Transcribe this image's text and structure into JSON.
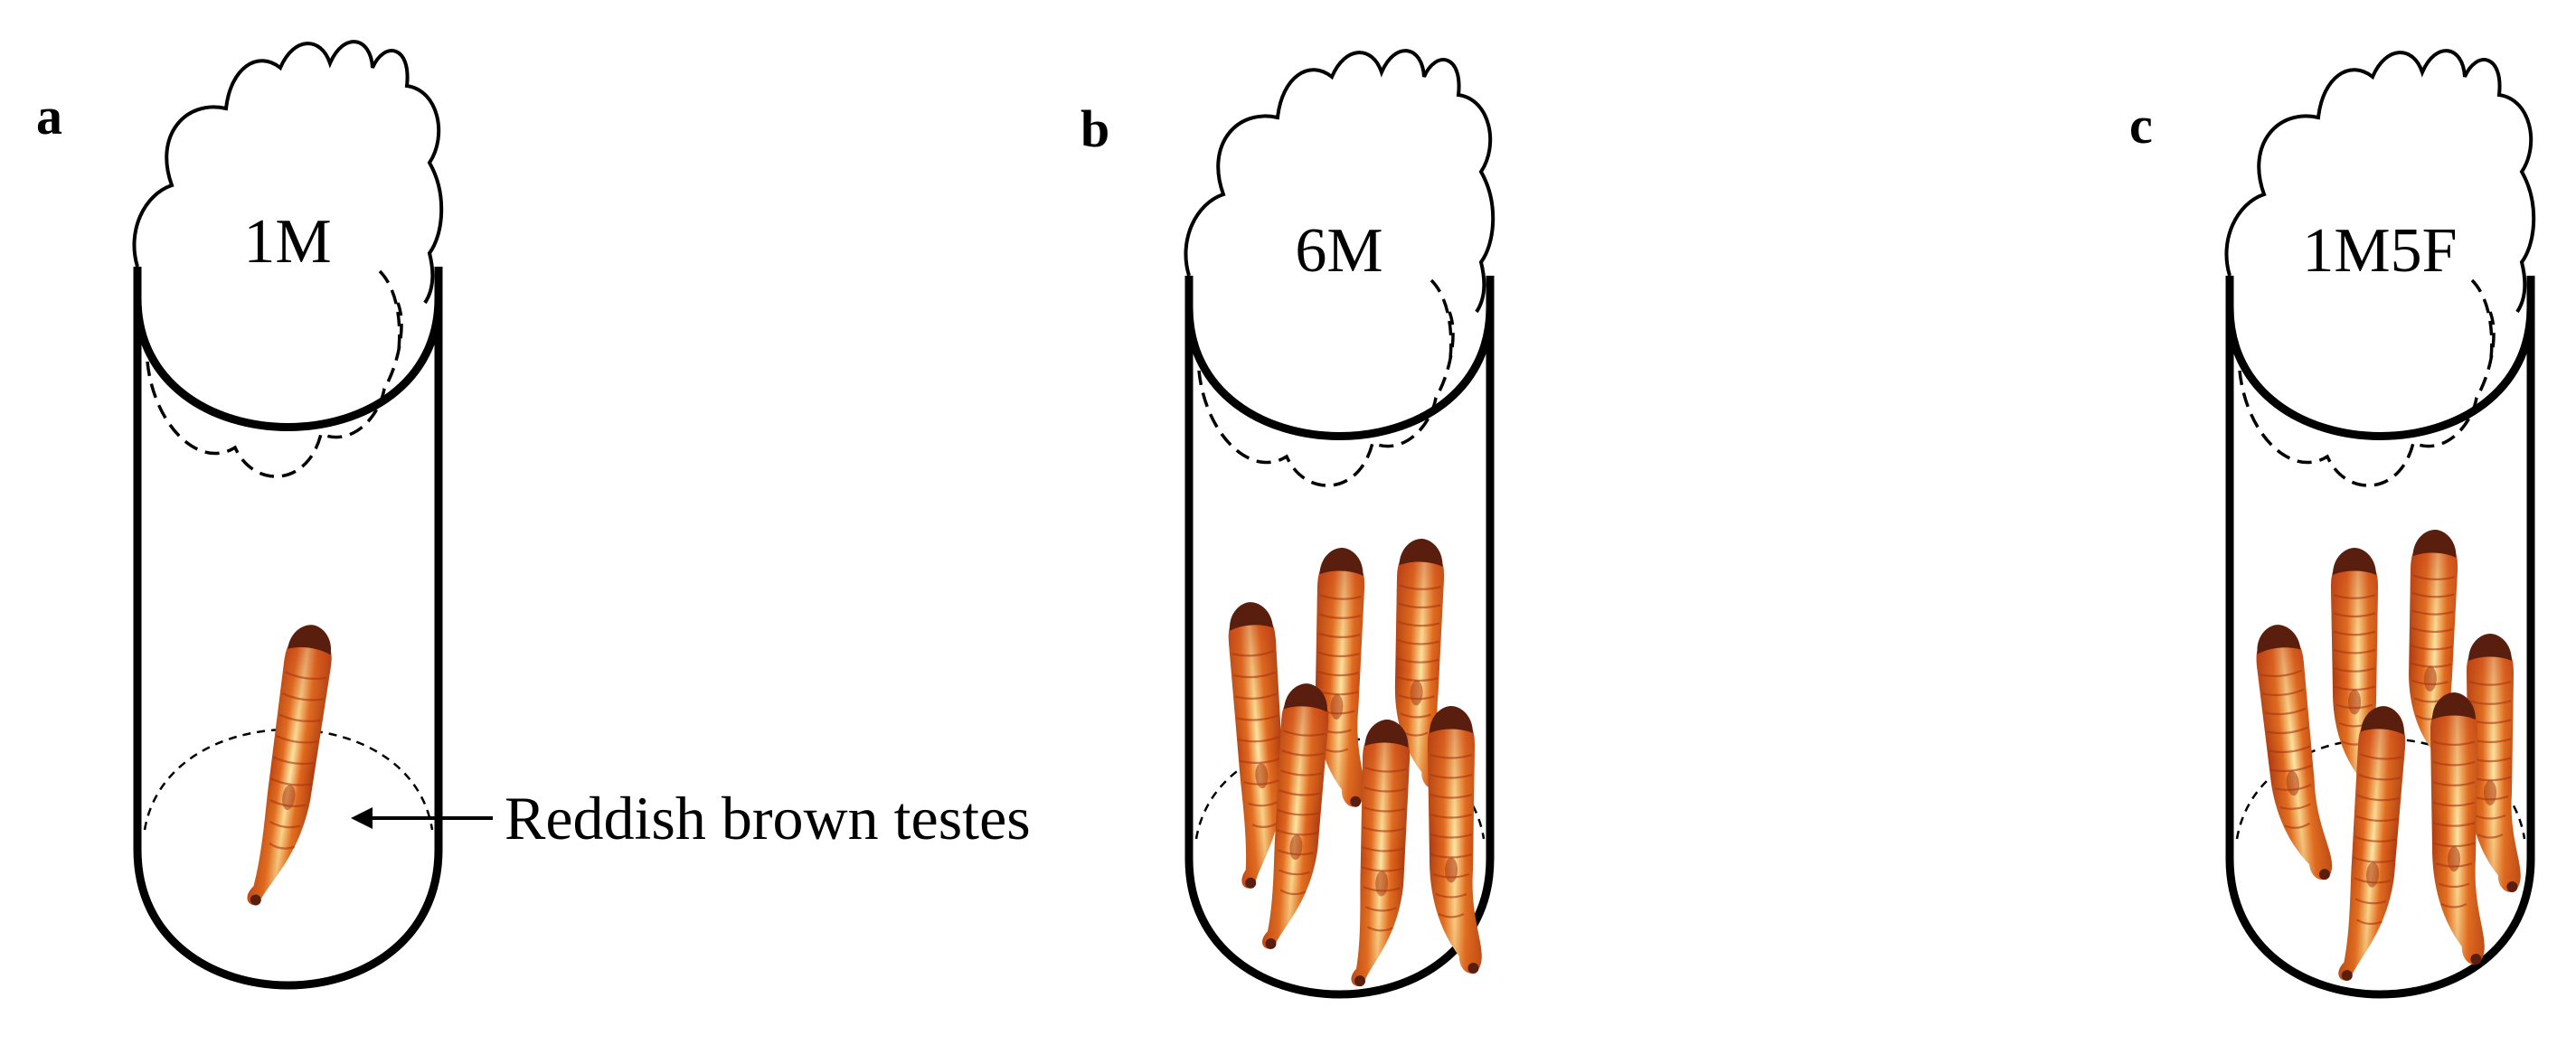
{
  "panels": [
    {
      "letter": "a",
      "tube_label": "1M",
      "larvae_count": 1
    },
    {
      "letter": "b",
      "tube_label": "6M",
      "larvae_count": 6
    },
    {
      "letter": "c",
      "tube_label": "1M5F",
      "larvae_count": 6
    }
  ],
  "annotation": {
    "text": "Reddish brown testes"
  },
  "colors": {
    "outline": "#000000",
    "larva_head": "#5a1e0e",
    "larva_dark": "#a8340f",
    "larva_mid": "#e0651c",
    "larva_light": "#f6b13a",
    "larva_pale": "#fde7a6"
  }
}
